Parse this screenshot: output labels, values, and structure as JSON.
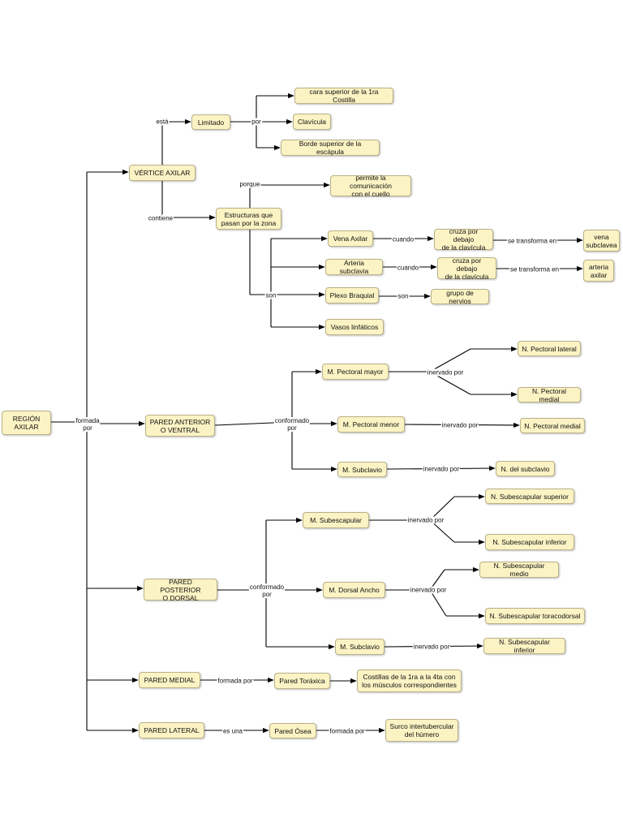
{
  "nodes": {
    "region": "REGIÓN\nAXILAR",
    "vertice": "VÉRTICE AXILAR",
    "limitado": "Limitado",
    "costilla": "cara superior de la 1ra Costilla",
    "clavicula": "Clavícula",
    "escapula": "Borde superior de la escápula",
    "comunicacion": "permite la comunicación\ncon el cuello",
    "estructuras": "Estructuras que\npasan por la zona",
    "vena_axilar": "Vena Axilar",
    "cruza_vena": "cruza por debajo\nde la clavícula",
    "vena_subclavia": "vena\nsubclavea",
    "arteria_subclavia": "Arteria subclavia",
    "cruza_arteria": "cruza por debajo\nde la clavícula",
    "arteria_axilar": "arteria\naxilar",
    "plexo": "Plexo Braquial",
    "grupo_nervios": "grupo de nervios",
    "vasos": "Vasos linfáticos",
    "pared_anterior": "PARED ANTERIOR\nO VENTRAL",
    "pectoral_mayor": "M. Pectoral mayor",
    "n_pectoral_lateral": "N. Pectoral lateral",
    "n_pectoral_medial_1": "N. Pectoral medial",
    "pectoral_menor": "M. Pectoral menor",
    "n_pectoral_medial_2": "N. Pectoral medial",
    "subclavio_1": "M. Subclavio",
    "n_subclavio": "N. del subclavio",
    "pared_posterior": "PARED POSTERIOR\nO DORSAL",
    "subescapular": "M. Subescapular",
    "n_subesc_superior": "N. Subescapular superior",
    "n_subesc_inferior_1": "N. Subescapular inferior",
    "dorsal_ancho": "M. Dorsal Ancho",
    "n_subesc_medio": "N. Subescapular medio",
    "n_toracodorsal": "N. Subescapular toracodorsal",
    "subclavio_2": "M. Subclavio",
    "n_subesc_inferior_2": "N. Subescapular inferior",
    "pared_medial": "PARED MEDIAL",
    "pared_toraxica": "Pared Toráxica",
    "costillas": "Costillas de la 1ra a la 4ta con\nlos músculos correspondientes",
    "pared_lateral": "PARED LATERAL",
    "pared_osea": "Pared Ósea",
    "surco": "Surco intertubercular\ndel húmero"
  },
  "links": {
    "formada_por": "formada\npor",
    "esta": "está",
    "por": "por",
    "contiene": "contiene",
    "porque": "porque",
    "son_1": "son",
    "cuando_1": "cuando",
    "se_transforma_1": "se transforma en",
    "cuando_2": "cuando",
    "se_transforma_2": "se transforma en",
    "son_2": "son",
    "conformado_por_1": "conformado\npor",
    "inervado_por_1": "inervado por",
    "inervado_por_2": "inervado por",
    "inervado_por_3": "inervado por",
    "conformado_por_2": "conformado\npor",
    "inervado_por_4": "inervado por",
    "inervado_por_5": "inervado por",
    "inervado_por_6": "inervado por",
    "formada_por_2": "formada por",
    "es_una": "es una",
    "formada_por_3": "formada por"
  }
}
